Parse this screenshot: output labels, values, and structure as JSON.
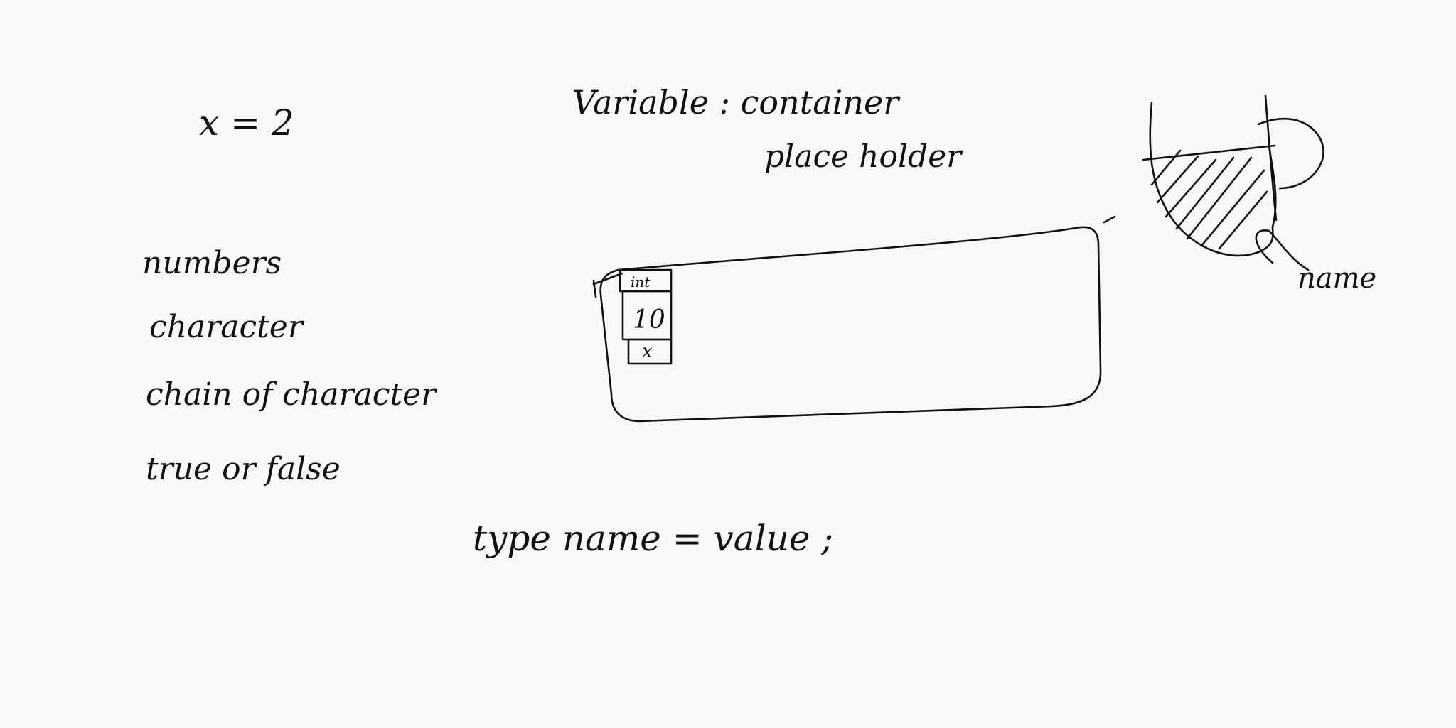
{
  "notes": {
    "assignment": "x = 2",
    "definition_term": "Variable : container",
    "definition_alt": "place holder",
    "types": [
      "numbers",
      "character",
      "chain of character",
      "true or false"
    ],
    "syntax": "type name = value ;"
  },
  "memory_sketch": {
    "type_label": "int",
    "value_label": "10",
    "name_label": "x"
  },
  "cup_sketch": {
    "label": "name"
  }
}
